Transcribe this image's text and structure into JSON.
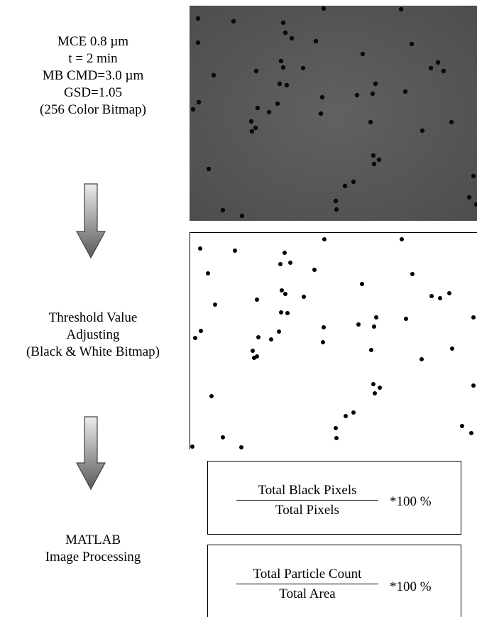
{
  "top_label": {
    "lines": [
      "MCE 0.8 µm",
      "t = 2 min",
      "MB CMD=3.0 µm",
      "GSD=1.05",
      "(256 Color Bitmap)"
    ]
  },
  "middle_label": {
    "lines": [
      "Threshold Value",
      "Adjusting",
      "(Black & White Bitmap)"
    ]
  },
  "bottom_label": {
    "lines": [
      "MATLAB",
      "Image Processing"
    ]
  },
  "formula_1": {
    "numerator": "Total Black Pixels",
    "denominator": "Total Pixels",
    "multiplier": "*100 %"
  },
  "formula_2": {
    "numerator": "Total Particle Count",
    "denominator": "Total Area",
    "multiplier": "*100 %"
  },
  "colors": {
    "gray_image_background": "#4a4a4a",
    "particle": "#0a0a0a",
    "arrow_light": "#e8e8e8",
    "arrow_dark": "#555555"
  }
}
